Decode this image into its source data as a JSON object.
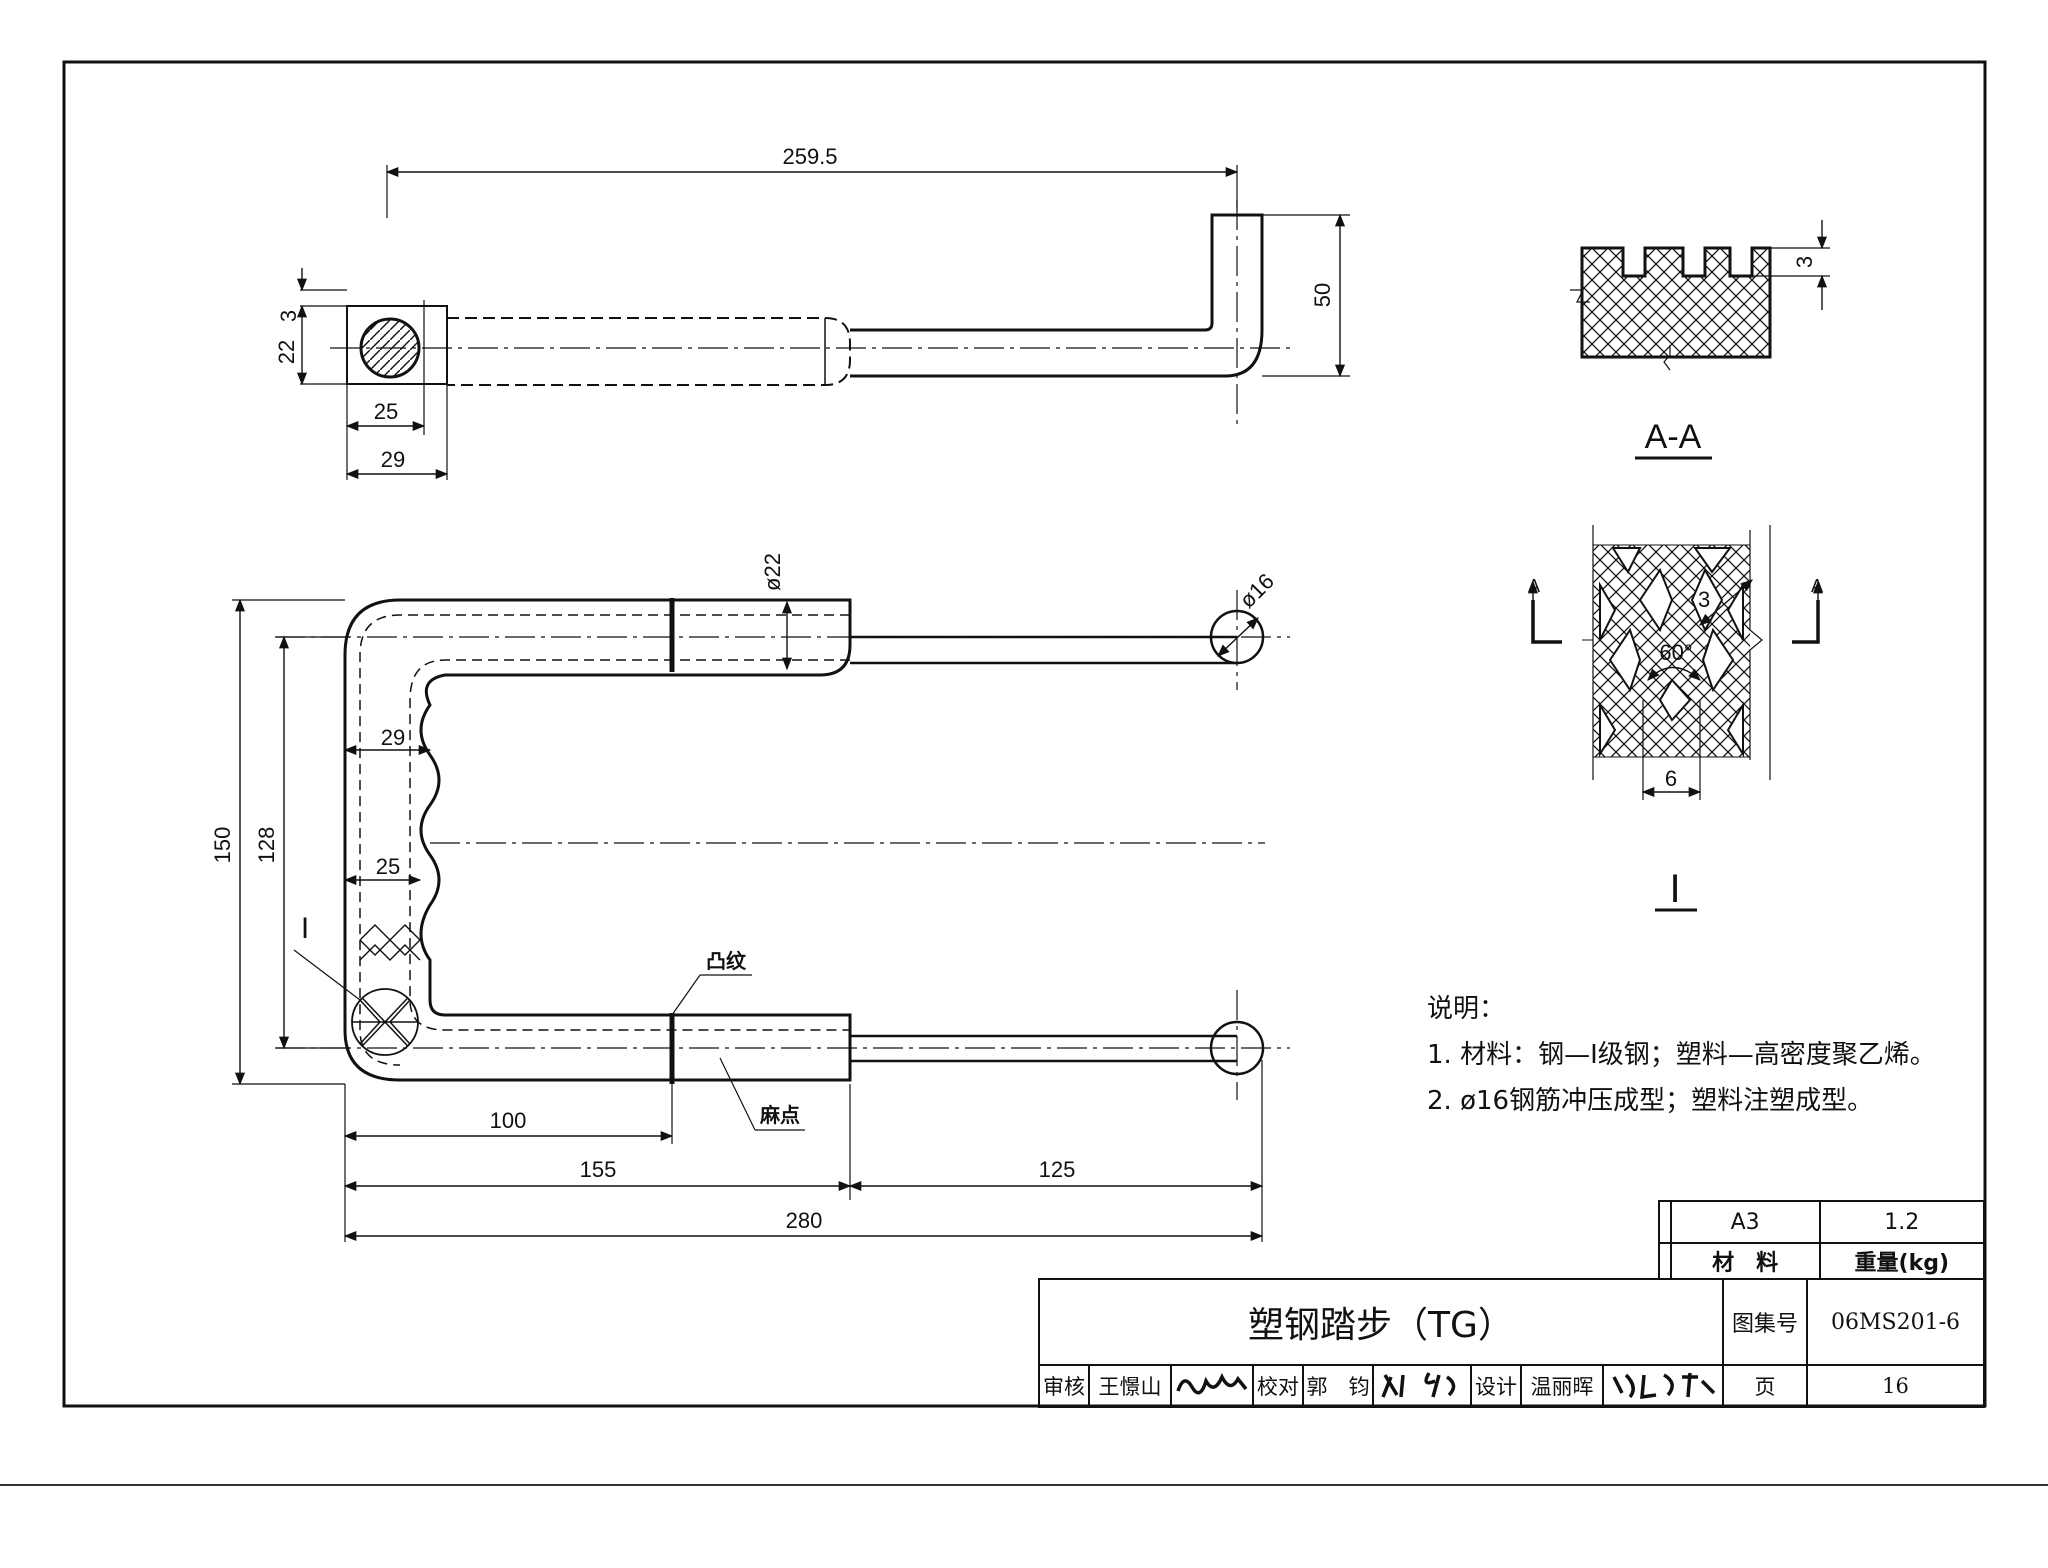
{
  "dimensions": {
    "top_view": {
      "length": "259.5",
      "height": "50",
      "thk": "3",
      "dia": "22",
      "inner": "25",
      "outer": "29"
    },
    "front_view": {
      "total_h": "150",
      "inner_h": "128",
      "d22": "ø22",
      "d16": "ø16",
      "w29": "29",
      "w25": "25",
      "d100": "100",
      "d155": "155",
      "d125": "125",
      "d280": "280"
    },
    "detail_labels": {
      "detail_mark": "I",
      "raised": "凸纹",
      "pitted": "麻点"
    }
  },
  "section_aa": {
    "title": "A-A",
    "depth": "3"
  },
  "detail_i": {
    "title": "I",
    "arrow_a": "A",
    "spacing": "3",
    "angle": "60°",
    "width": "6"
  },
  "notes": {
    "heading": "说明：",
    "items": [
      "1. 材料：钢—Ⅰ级钢；塑料—高密度聚乙烯。",
      "2. ø16钢筋冲压成型；塑料注塑成型。"
    ]
  },
  "title_block": {
    "paper": "A3",
    "weight_value": "1.2",
    "material_label": "材　料",
    "weight_label": "重量(kg)",
    "title": "塑钢踏步（TG）",
    "atlas_label": "图集号",
    "atlas_no": "06MS201-6",
    "review_label": "审核",
    "reviewer": "王憬山",
    "check_label": "校对",
    "checker": "郭　钧",
    "design_label": "设计",
    "designer": "温丽晖",
    "page_label": "页",
    "page_no": "16"
  }
}
